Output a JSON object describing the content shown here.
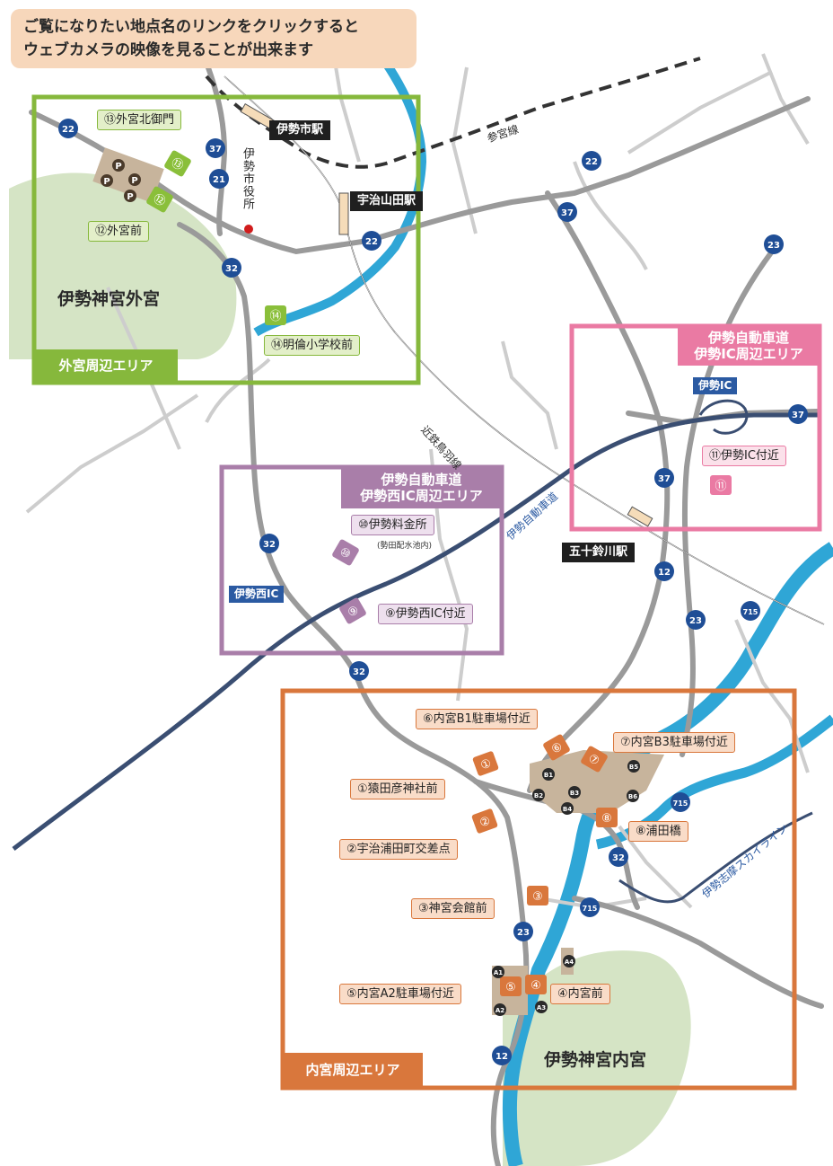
{
  "notice": {
    "line1": "ご覧になりたい地点名のリンクをクリックすると",
    "line2": "ウェブカメラの映像を見ることが出来ます"
  },
  "areas": {
    "geku": {
      "title": "外宮周辺エリア",
      "color": "#86b83c"
    },
    "ic": {
      "title_line1": "伊勢自動車道",
      "title_line2": "伊勢IC周辺エリア",
      "color": "#ea7aa3"
    },
    "nishi": {
      "title_line1": "伊勢自動車道",
      "title_line2": "伊勢西IC周辺エリア",
      "color": "#a97ea9"
    },
    "naiku": {
      "title": "内宮周辺エリア",
      "color": "#d9773c"
    }
  },
  "cameras": {
    "c1": "①猿田彦神社前",
    "c2": "②宇治浦田町交差点",
    "c3": "③神宮会館前",
    "c4": "④内宮前",
    "c5": "⑤内宮A2駐車場付近",
    "c6": "⑥内宮B1駐車場付近",
    "c7": "⑦内宮B3駐車場付近",
    "c8": "⑧浦田橋",
    "c9": "⑨伊勢西IC付近",
    "c10": "⑩伊勢料金所",
    "c10_sub": "(勢田配水池内)",
    "c11": "⑪伊勢IC付近",
    "c12": "⑫外宮前",
    "c13": "⑬外宮北御門",
    "c14": "⑭明倫小学校前"
  },
  "marker_numbers": [
    "①",
    "②",
    "③",
    "④",
    "⑤",
    "⑥",
    "⑦",
    "⑧",
    "⑨",
    "⑩",
    "⑪",
    "⑫",
    "⑬",
    "⑭"
  ],
  "stations": {
    "iseshi": "伊勢市駅",
    "ujiyamada": "宇治山田駅",
    "isuzugawa": "五十鈴川駅"
  },
  "interchanges": {
    "ise_ic": "伊勢IC",
    "ise_nishi_ic": "伊勢西IC"
  },
  "places": {
    "geku_shrine": "伊勢神宮外宮",
    "naiku_shrine": "伊勢神宮内宮",
    "city_hall": "伊勢市役所"
  },
  "lines": {
    "sangu": "参宮線",
    "kintetsu": "近鉄鳥羽線",
    "expressway": "伊勢自動車道",
    "skyline": "伊勢志摩スカイライン"
  },
  "routes": [
    "22",
    "37",
    "21",
    "32",
    "23",
    "12",
    "715"
  ],
  "parking": {
    "p": "P",
    "lots": [
      "B1",
      "B2",
      "B3",
      "B4",
      "B5",
      "B6",
      "A1",
      "A2",
      "A3",
      "A4"
    ]
  },
  "colors": {
    "river": "#2fa6d6",
    "road": "#9a9a9a",
    "minor_road": "#c8c8c8",
    "expressway": "#3a4e72",
    "forest": "#d5e4c5",
    "parking": "#c7b49c",
    "route_badge": "#1f4e96"
  }
}
